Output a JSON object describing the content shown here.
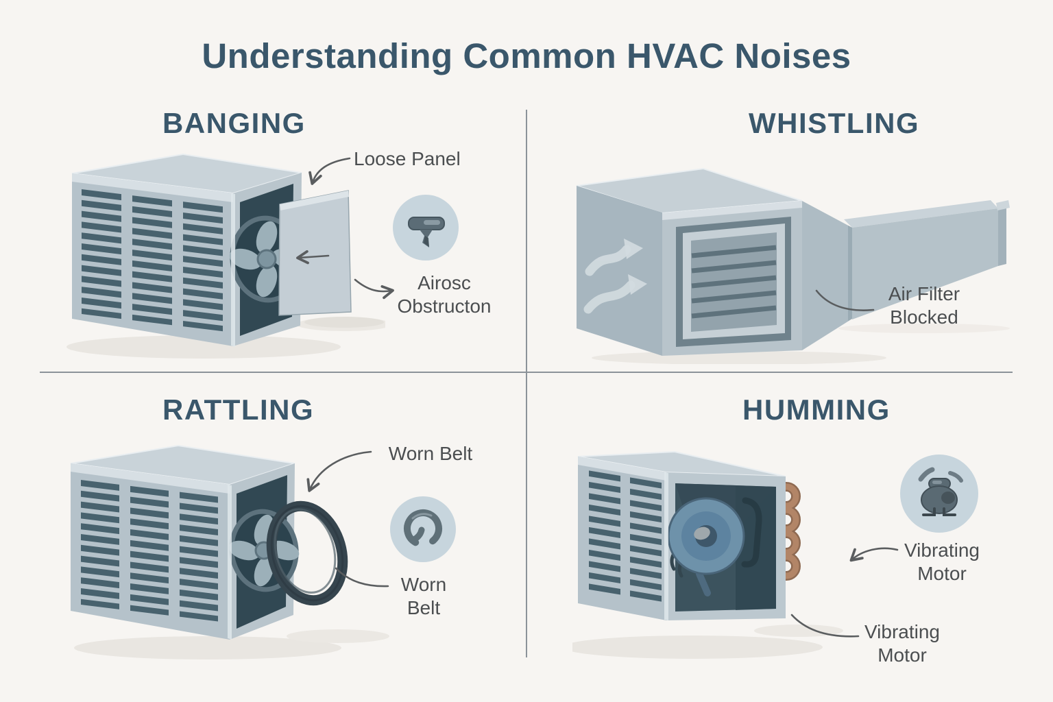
{
  "title": "Understanding Common HVAC Noises",
  "quadrants": {
    "banging": {
      "heading": "BANGING",
      "label_loose_panel": "Loose Panel",
      "label_obstruction_line1": "Airosc",
      "label_obstruction_line2": "Obstructon",
      "icon": "airflow-obstruction-icon"
    },
    "whistling": {
      "heading": "WHISTLING",
      "label_filter_line1": "Air Filter",
      "label_filter_line2": "Blocked"
    },
    "rattling": {
      "heading": "RATTLING",
      "label_worn_belt": "Worn Belt",
      "label_worn_line1": "Worn",
      "label_worn_line2": "Belt",
      "icon": "worn-belt-icon"
    },
    "humming": {
      "heading": "HUMMING",
      "label_vibrating_right_line1": "Vibrating",
      "label_vibrating_right_line2": "Motor",
      "label_vibrating_bottom_line1": "Vibrating",
      "label_vibrating_bottom_line2": "Motor",
      "icon": "vibrating-motor-icon"
    }
  },
  "colors": {
    "background": "#f7f5f2",
    "heading_text": "#3a576b",
    "label_text": "#4b4e50",
    "divider": "#8b9399",
    "icon_circle": "#c7d5dd",
    "arrow": "#5a5d5f",
    "unit_body_light": "#c6d0d6",
    "unit_body_shade": "#a7b6bf",
    "vent_slat_dark": "#48626e",
    "fan_window_dark": "#314853",
    "coil_copper": "#b28567",
    "motor_blue": "#6e92aa"
  }
}
